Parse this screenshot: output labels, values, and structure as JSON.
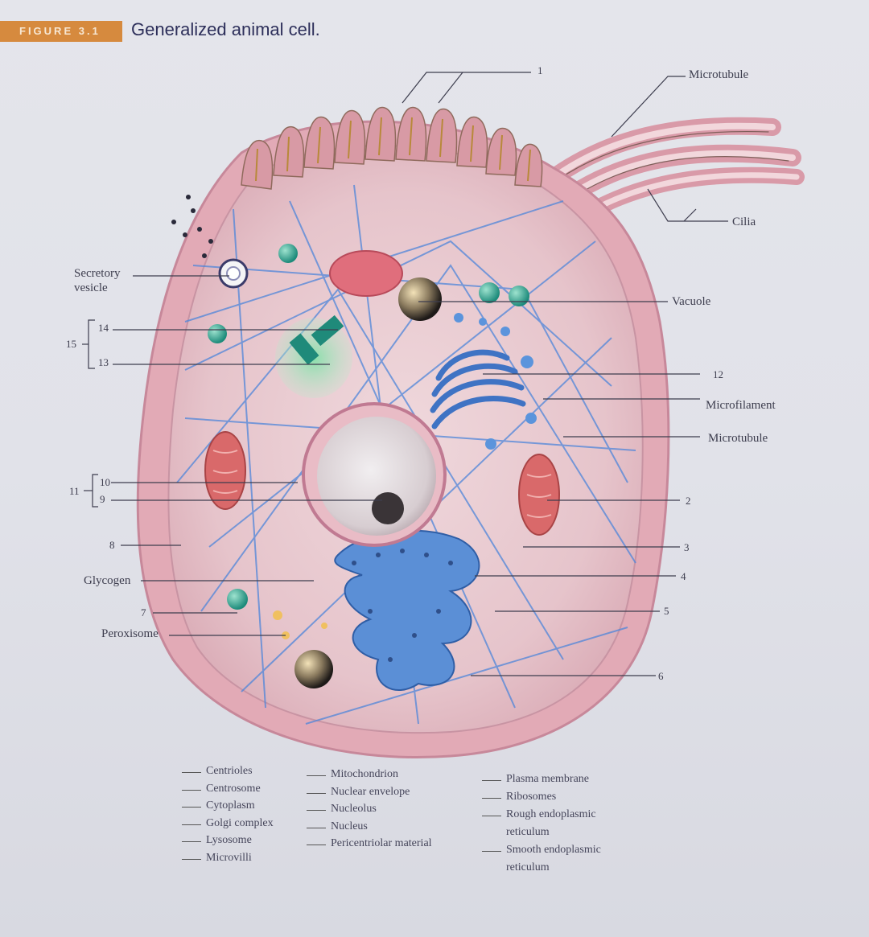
{
  "figure": {
    "label": "FIGURE 3.1",
    "title": "Generalized animal cell."
  },
  "labels": {
    "n1": "1",
    "microtubule_top": "Microtubule",
    "cilia": "Cilia",
    "secretory_vesicle_1": "Secretory",
    "secretory_vesicle_2": "vesicle",
    "vacuole": "Vacuole",
    "n14": "14",
    "n15": "15",
    "n13": "13",
    "n12": "12",
    "microfilament": "Microfilament",
    "microtubule_mid": "Microtubule",
    "n10": "10",
    "n11": "11",
    "n9": "9",
    "n2": "2",
    "n8": "8",
    "n3": "3",
    "glycogen": "Glycogen",
    "n4": "4",
    "n7": "7",
    "n5": "5",
    "peroxisome": "Peroxisome",
    "n6": "6"
  },
  "key": {
    "col1": [
      "Centrioles",
      "Centrosome",
      "Cytoplasm",
      "Golgi complex",
      "Lysosome",
      "Microvilli"
    ],
    "col2": [
      "Mitochondrion",
      "Nuclear envelope",
      "Nucleolus",
      "Nucleus",
      "Pericentriolar material"
    ],
    "col3": [
      "Plasma membrane",
      "Ribosomes",
      "Rough endoplasmic",
      "reticulum",
      "Smooth endoplasmic",
      "reticulum"
    ]
  },
  "colors": {
    "header_accent": "#d68a3e",
    "membrane": "#e7b5bd",
    "cytoplasm": "#e9cbd0",
    "er_blue": "#5b8fd6",
    "mitochondrion": "#d9696a"
  }
}
